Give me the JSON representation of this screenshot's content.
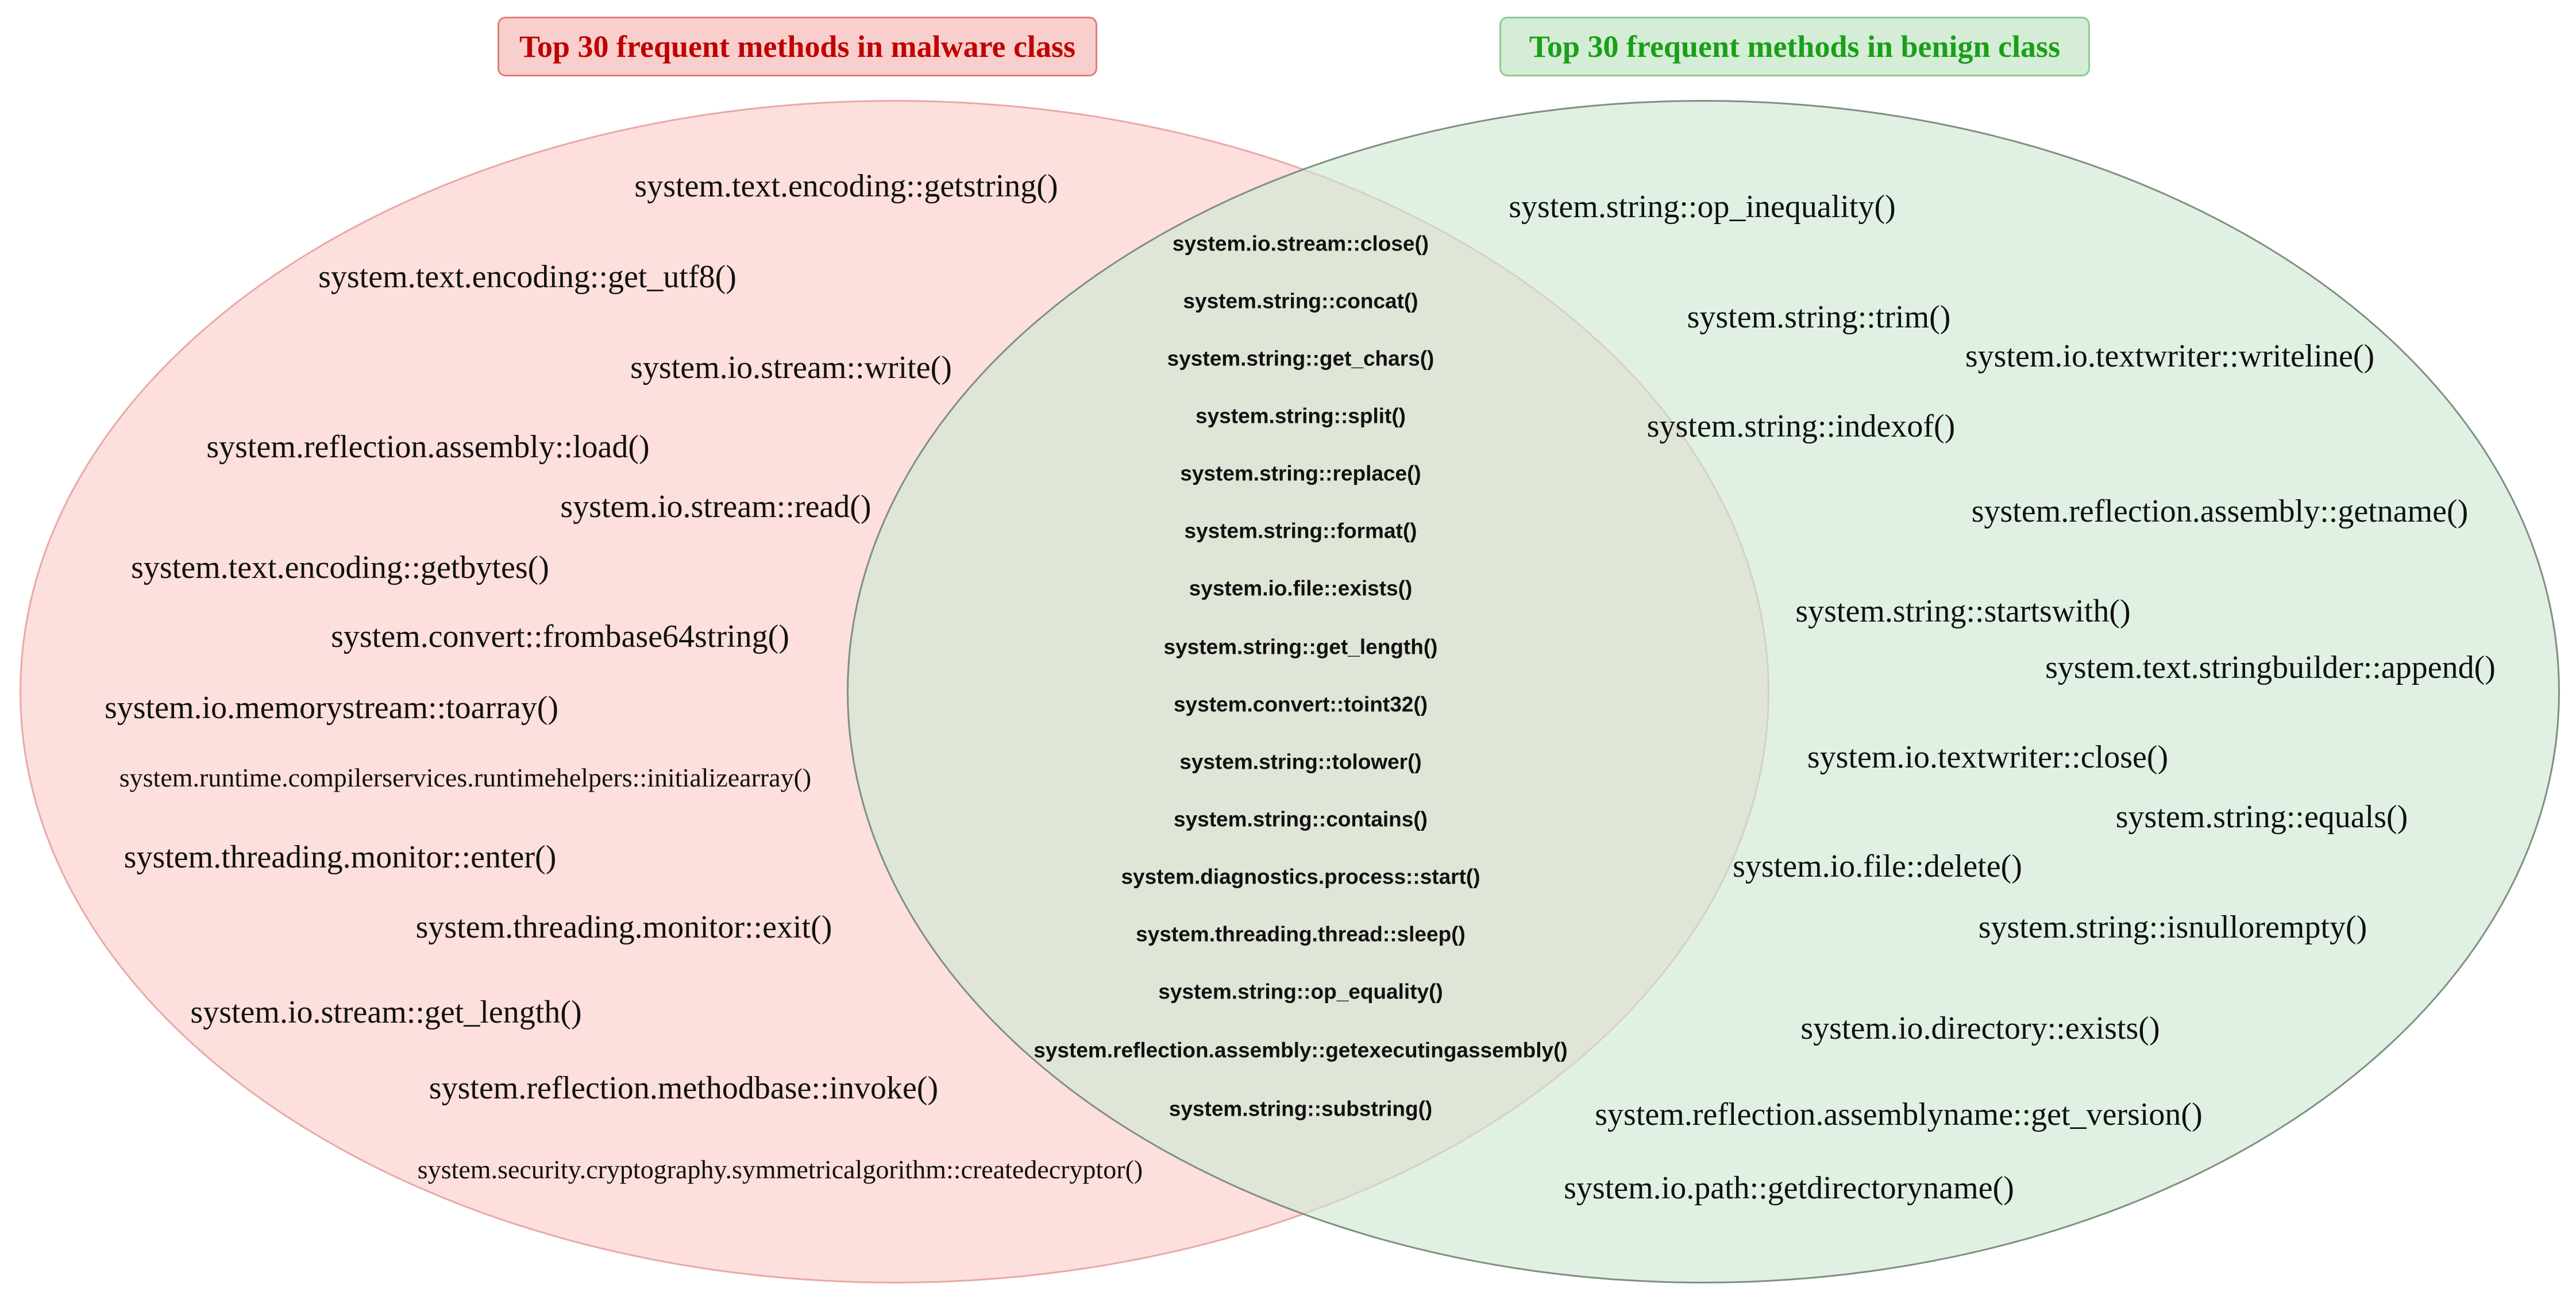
{
  "titles": {
    "malware": "Top 30 frequent methods in malware class",
    "benign": "Top 30 frequent methods in benign class"
  },
  "colors": {
    "malware_fill": "#fddfdd",
    "malware_title": "#c00000",
    "benign_fill": "#dcefe0",
    "benign_title": "#18a018"
  },
  "malware_only": [
    "system.text.encoding::getstring()",
    "system.text.encoding::get_utf8()",
    "system.io.stream::write()",
    "system.reflection.assembly::load()",
    "system.io.stream::read()",
    "system.text.encoding::getbytes()",
    "system.convert::frombase64string()",
    "system.io.memorystream::toarray()",
    "system.runtime.compilerservices.runtimehelpers::initializearray()",
    "system.threading.monitor::enter()",
    "system.threading.monitor::exit()",
    "system.io.stream::get_length()",
    "system.reflection.methodbase::invoke()",
    "system.security.cryptography.symmetricalgorithm::createdecryptor()"
  ],
  "shared": [
    "system.io.stream::close()",
    "system.string::concat()",
    "system.string::get_chars()",
    "system.string::split()",
    "system.string::replace()",
    "system.string::format()",
    "system.io.file::exists()",
    "system.string::get_length()",
    "system.convert::toint32()",
    "system.string::tolower()",
    "system.string::contains()",
    "system.diagnostics.process::start()",
    "system.threading.thread::sleep()",
    "system.string::op_equality()",
    "system.reflection.assembly::getexecutingassembly()",
    "system.string::substring()"
  ],
  "benign_only": [
    "system.string::op_inequality()",
    "system.string::trim()",
    "system.io.textwriter::writeline()",
    "system.string::indexof()",
    "system.reflection.assembly::getname()",
    "system.string::startswith()",
    "system.text.stringbuilder::append()",
    "system.io.textwriter::close()",
    "system.string::equals()",
    "system.io.file::delete()",
    "system.string::isnullorempty()",
    "system.io.directory::exists()",
    "system.reflection.assemblyname::get_version()",
    "system.io.path::getdirectoryname()"
  ]
}
